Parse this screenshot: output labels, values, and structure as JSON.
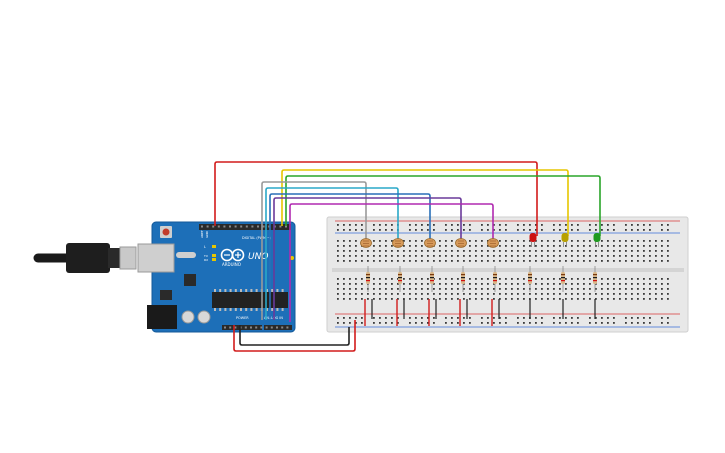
{
  "board": {
    "brand": "ARDUINO",
    "model": "UNO",
    "digital_label": "DIGITAL (PWM ~)",
    "analog_label": "ANALOG IN",
    "power_label": "POWER",
    "aref": "AREF",
    "gnd": "GND",
    "led_l": "L",
    "led_tx": "TX",
    "led_rx": "RX",
    "colors": {
      "pcb": "#1d6fb8",
      "pcb_dark": "#155a99",
      "header": "#2a2a2a"
    }
  },
  "breadboard": {
    "colors": {
      "body": "#e8e8e8",
      "hole": "#3a3a3a",
      "red_rail": "#d93a3a",
      "blue_rail": "#3a6fd9"
    }
  },
  "components": {
    "ldr_count": 5,
    "resistor_count": 8,
    "leds": [
      {
        "color": "red",
        "hex": "#cc1111"
      },
      {
        "color": "yellow",
        "hex": "#b8a000"
      },
      {
        "color": "green",
        "hex": "#1f9a1f"
      }
    ]
  },
  "wire_colors": {
    "red": "#d21c1c",
    "yellow": "#e6c600",
    "green": "#2aa52a",
    "gray": "#9a9a9a",
    "cyan": "#2aa8c8",
    "blue": "#2a6fb8",
    "purple": "#6a3a9a",
    "magenta": "#b02ab0",
    "black": "#222222"
  }
}
